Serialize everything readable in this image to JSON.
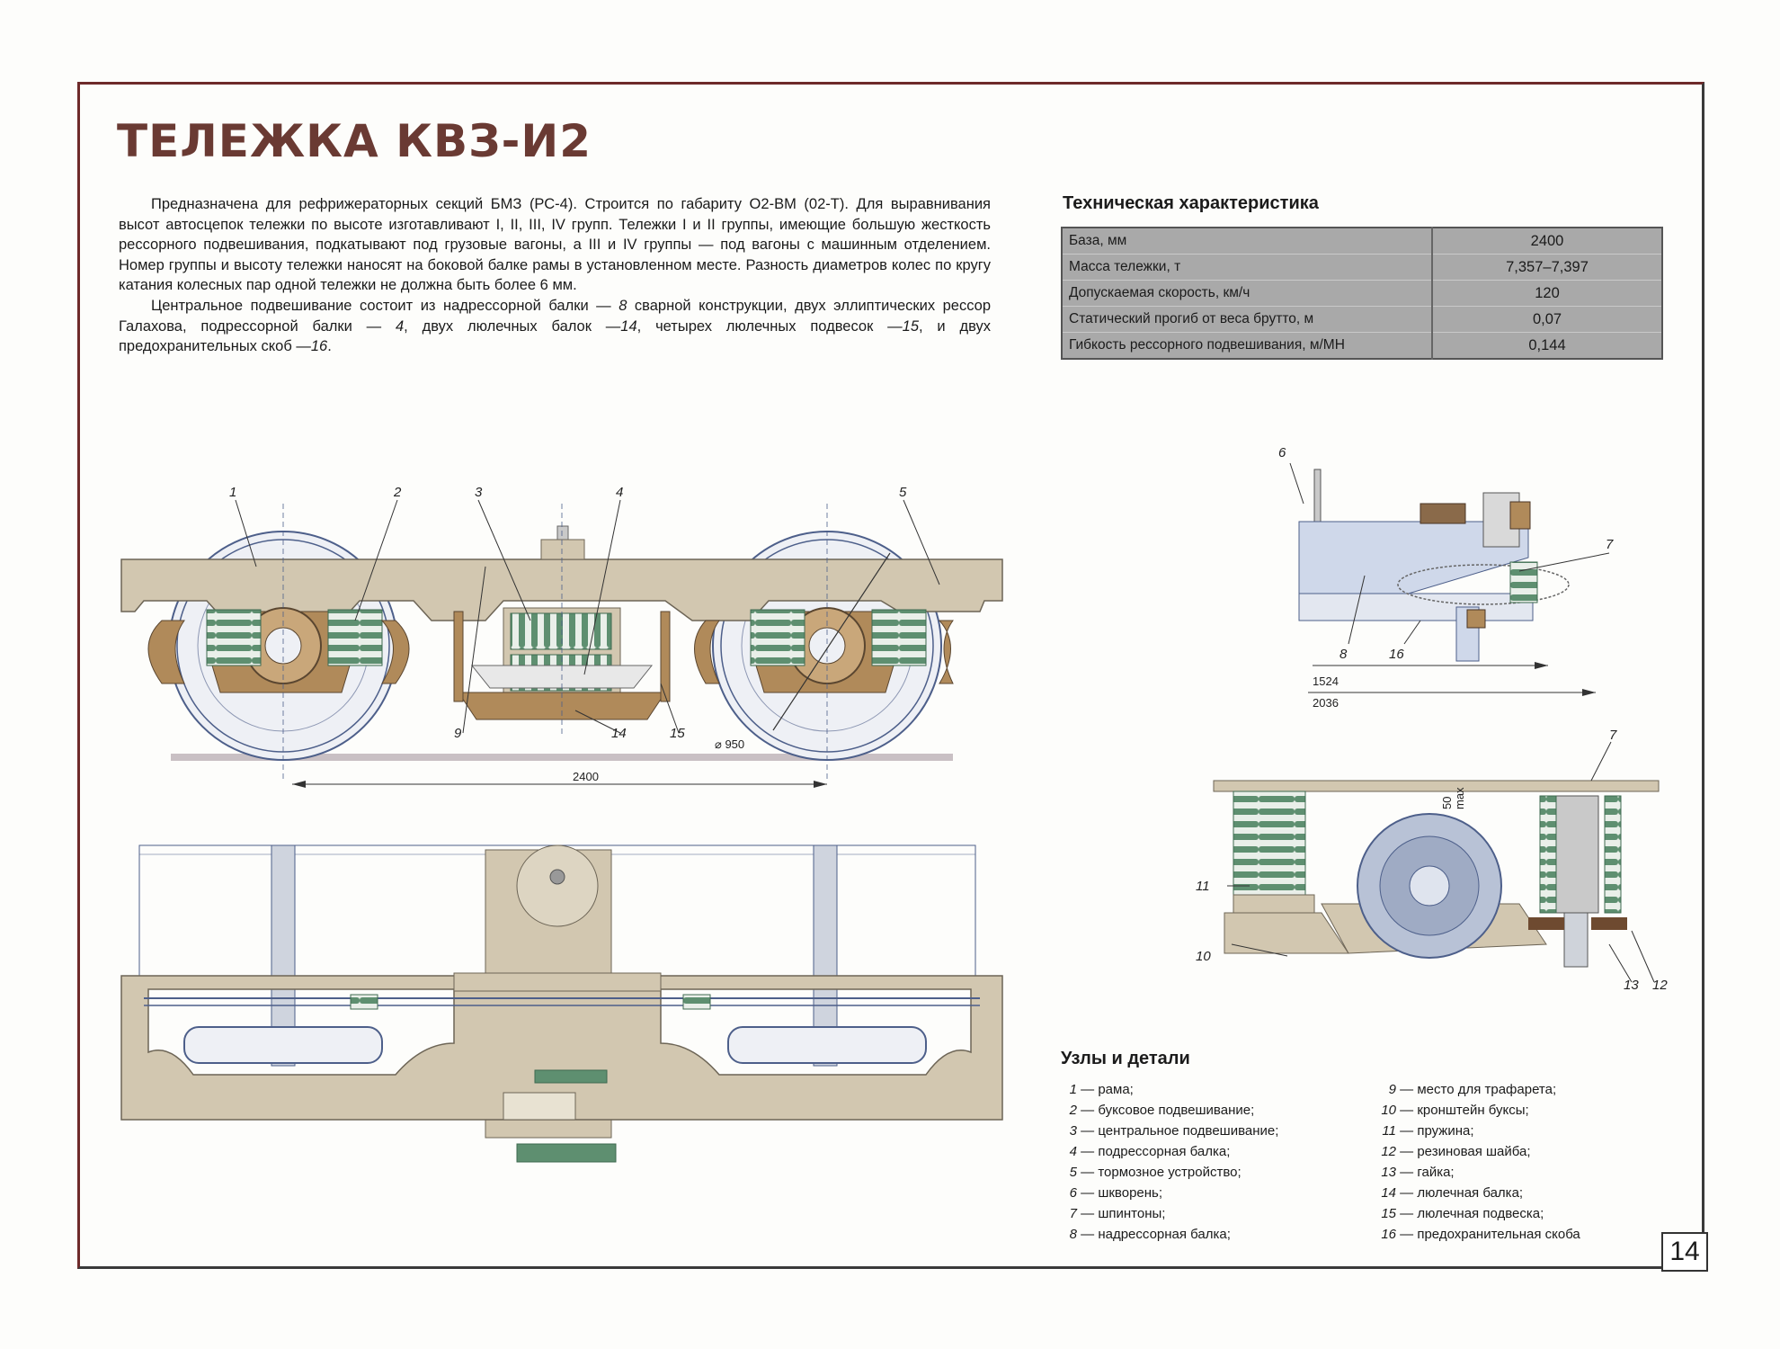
{
  "title": "ТЕЛЕЖКА КВЗ-И2",
  "intro": {
    "p1": "Предназначена для рефрижераторных секций БМЗ (РС-4). Строится по габариту О2-ВМ (02-Т). Для выравнивания высот автосцепок тележки по высоте изготавливают I, II, III, IV групп. Тележки I и II группы, имеющие большую жесткость рессорного подвешивания, подкатывают под грузовые вагоны, а III и IV группы — под вагоны с машинным отделением. Номер группы и высоту тележки наносят на боковой балке рамы в установленном месте. Разность диаметров колес по кругу катания колесных пар одной тележки не должна быть более 6 мм.",
    "p2_a": "Центральное подвешивание состоит из надрессорной балки — ",
    "p2_n8": "8",
    "p2_b": " сварной конструкции, двух эллиптических рессор Галахова, подрессорной балки — ",
    "p2_n4": "4",
    "p2_c": ", двух люлечных балок —",
    "p2_n14": "14",
    "p2_d": ", четырех люлечных подвесок —",
    "p2_n15": "15",
    "p2_e": ", и двух предохранительных скоб —",
    "p2_n16": "16",
    "p2_f": "."
  },
  "spec": {
    "title": "Техническая характеристика",
    "rows": [
      {
        "label": "База, мм",
        "value": "2400"
      },
      {
        "label": "Масса тележки, т",
        "value": "7,357–7,397"
      },
      {
        "label": "Допускаемая скорость, км/ч",
        "value": "120"
      },
      {
        "label": "Статический прогиб от веса брутто, м",
        "value": "0,07"
      },
      {
        "label": "Гибкость рессорного подвешивания, м/МН",
        "value": "0,144"
      }
    ]
  },
  "side_view": {
    "labels": [
      "1",
      "2",
      "3",
      "4",
      "5",
      "9",
      "14",
      "15"
    ],
    "wheel_diameter": "⌀ 950",
    "base_dim": "2400"
  },
  "detail_top": {
    "labels": [
      "6",
      "7",
      "8",
      "16"
    ],
    "dim_1524": "1524",
    "dim_2036": "2036"
  },
  "detail_axlebox": {
    "labels": [
      "7",
      "10",
      "11",
      "12",
      "13"
    ],
    "dim_50": "50",
    "dim_unit": "max"
  },
  "parts": {
    "title": "Узлы и детали",
    "col1": [
      {
        "n": "1",
        "t": " — рама;"
      },
      {
        "n": "2",
        "t": " — буксовое подвешивание;"
      },
      {
        "n": "3",
        "t": " — центральное подвешивание;"
      },
      {
        "n": "4",
        "t": " — подрессорная балка;"
      },
      {
        "n": "5",
        "t": " — тормозное устройство;"
      },
      {
        "n": "6",
        "t": " — шкворень;"
      },
      {
        "n": "7",
        "t": " — шпинтоны;"
      },
      {
        "n": "8",
        "t": " — надрессорная балка;"
      }
    ],
    "col2": [
      {
        "n": "9",
        "t": " — место для трафарета;"
      },
      {
        "n": "10",
        "t": " — кронштейн буксы;"
      },
      {
        "n": "11",
        "t": " — пружина;"
      },
      {
        "n": "12",
        "t": " — резиновая шайба;"
      },
      {
        "n": "13",
        "t": " — гайка;"
      },
      {
        "n": "14",
        "t": " — люлечная балка;"
      },
      {
        "n": "15",
        "t": " — люлечная подвеска;"
      },
      {
        "n": "16",
        "t": " — предохранительная скоба"
      }
    ]
  },
  "page_number": "14",
  "colors": {
    "frame": "#6e2a2a",
    "title": "#6a3a33",
    "beige": "#d2c7b0",
    "brown": "#b08a5a",
    "spring": "#5e8f70",
    "line": "#4d5f8a"
  }
}
